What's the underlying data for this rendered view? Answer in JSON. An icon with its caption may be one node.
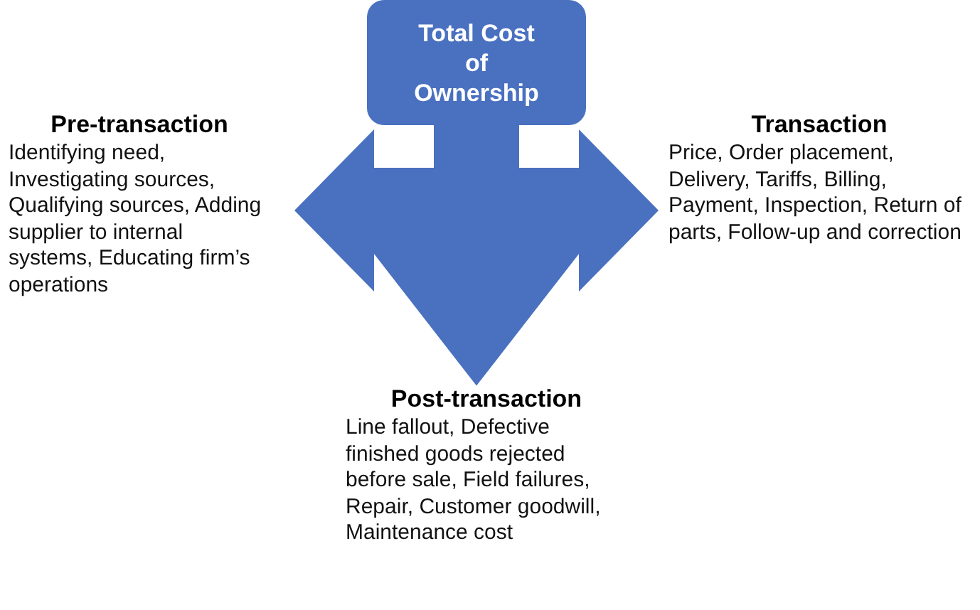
{
  "diagram": {
    "nodes": [
      {
        "text": [
          "Total Cost of Ownership"
        ]
      },
      {
        "text": [
          "Pre-transaction",
          "Identifying need, Investigating sources, Qualifying sources, Adding supplier to internal systems, Educating firm’s operations"
        ]
      },
      {
        "text": [
          "Transaction",
          "Price, Order placement, Delivery, Tariffs, Billing, Payment, Inspection, Return of parts, Follow-up and correction"
        ]
      },
      {
        "text": [
          "Post-transaction",
          "Line fallout, Defective finished goods rejected before sale, Field failures, Repair, Customer goodwill, Maintenance cost"
        ]
      }
    ],
    "edges": [
      {
        "from": 0,
        "to": 1,
        "arrow": "to"
      },
      {
        "from": 0,
        "to": 2,
        "arrow": "to"
      },
      {
        "from": 0,
        "to": 3,
        "arrow": "to"
      }
    ]
  }
}
